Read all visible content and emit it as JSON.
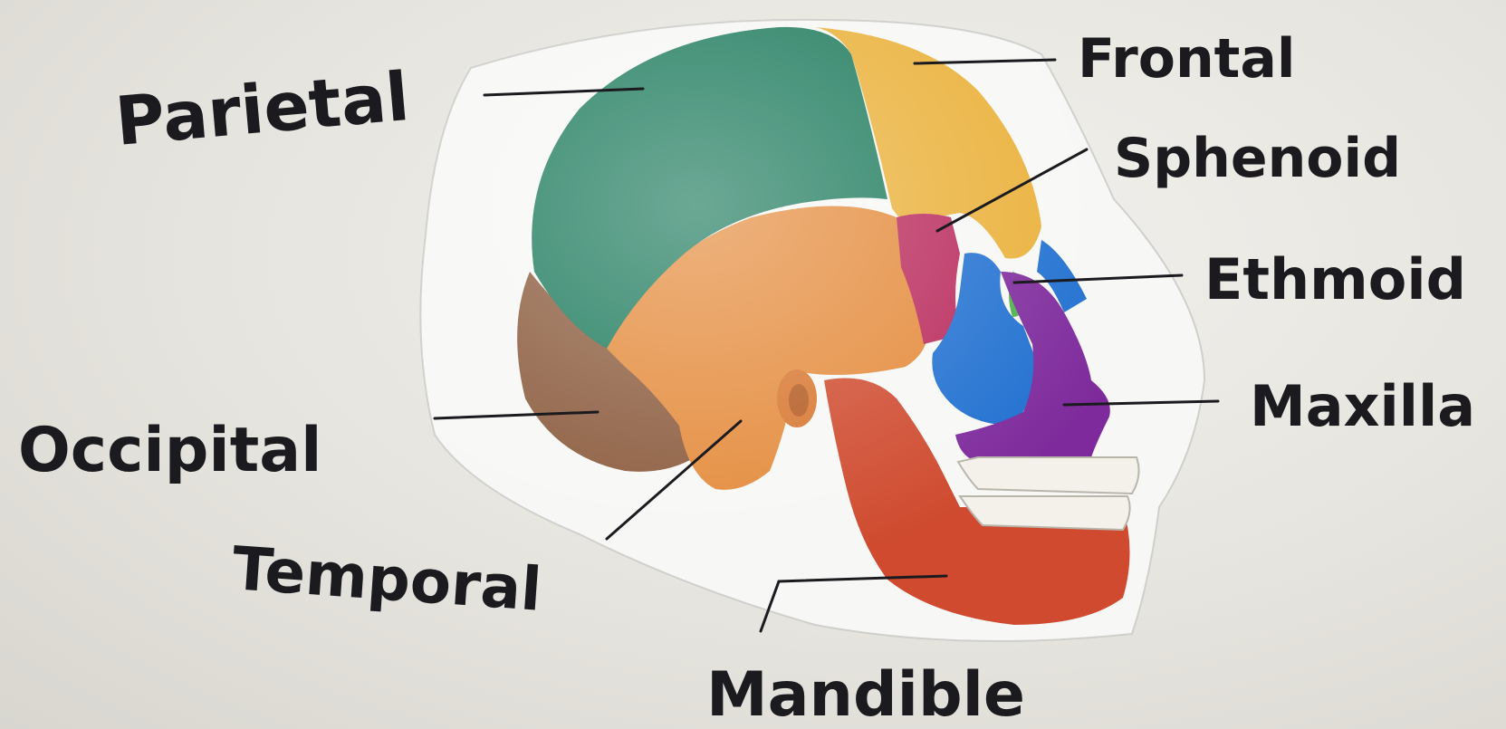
{
  "labels": {
    "parietal": "Parietal",
    "frontal": "Frontal",
    "sphenoid": "Sphenoid",
    "ethmoid": "Ethmoid",
    "maxilla": "Maxilla",
    "occipital": "Occipital",
    "temporal": "Temporal",
    "mandible": "Mandible"
  },
  "colors": {
    "parietal": "#1d7a5c",
    "frontal": "#eab038",
    "sphenoid": "#b8285a",
    "ethmoid": "#4bb04a",
    "zygomatic": "#1f6fd0",
    "maxilla": "#7e2a9c",
    "occipital": "#8a5a3c",
    "temporal": "#e48a3a",
    "mandible": "#cf4a2e",
    "teeth": "#f4f1ea",
    "ink": "#1b1b1f"
  }
}
